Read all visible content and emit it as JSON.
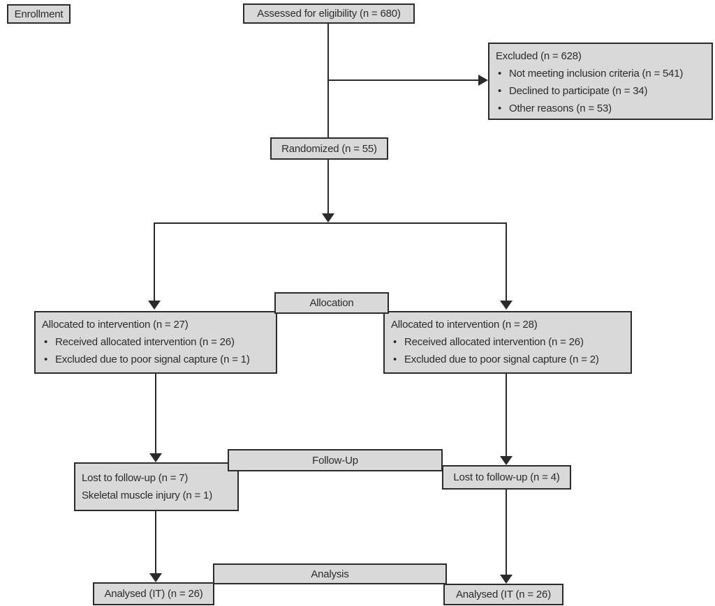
{
  "diagram_title": "CONSORT participant flow diagram",
  "colors": {
    "box_fill": "#d9d9d9",
    "box_border": "#2b2b2b",
    "line": "#2b2b2b",
    "text": "#2b2b2b",
    "background": "#ffffff"
  },
  "enrollment_label": "Enrollment",
  "assessed": "Assessed for eligibility (n = 680)",
  "excluded": {
    "title": "Excluded (n = 628)",
    "items": [
      "Not meeting inclusion criteria (n = 541)",
      "Declined to participate (n = 34)",
      "Other reasons (n = 53)"
    ]
  },
  "randomized": "Randomized (n = 55)",
  "bands": {
    "allocation": "Allocation",
    "follow_up": "Follow-Up",
    "analysis": "Analysis"
  },
  "left_arm": {
    "allocated_title": "Allocated to intervention (n = 27)",
    "allocated_items": [
      "Received allocated intervention (n = 26)",
      "Excluded due to poor signal capture (n = 1)"
    ],
    "followup_line1": "Lost to follow-up (n = 7)",
    "followup_line2": "Skeletal muscle injury (n = 1)",
    "analysed": "Analysed (IT) (n = 26)"
  },
  "right_arm": {
    "allocated_title": "Allocated to intervention (n = 28)",
    "allocated_items": [
      "Received allocated intervention (n = 26)",
      "Excluded due to poor signal capture (n = 2)"
    ],
    "followup_line1": "Lost to follow-up (n = 4)",
    "analysed": "Analysed (IT (n = 26)"
  }
}
